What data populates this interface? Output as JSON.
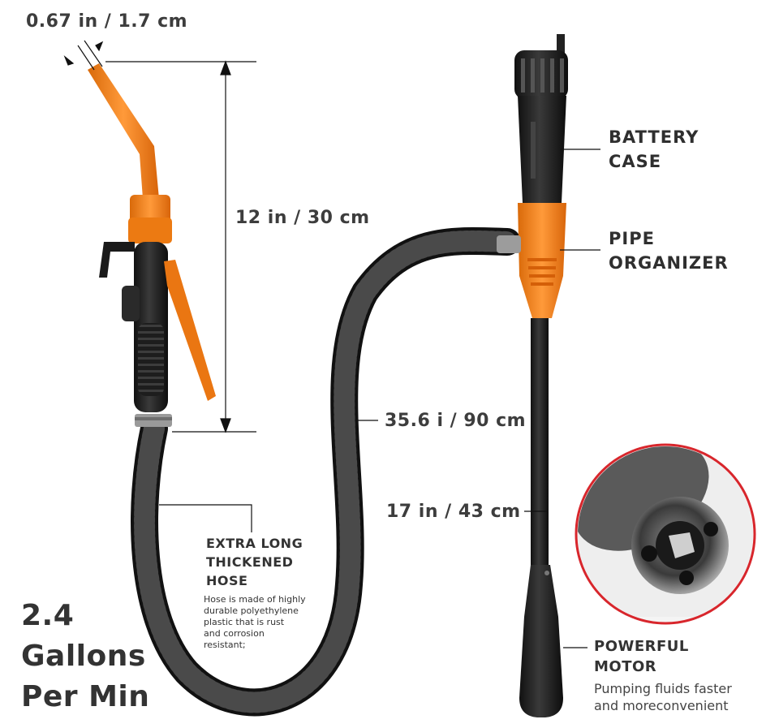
{
  "dimensions": {
    "nozzle_diameter": "0.67 in / 1.7 cm",
    "nozzle_length": "12 in / 30 cm",
    "hose_length": "35.6 i / 90 cm",
    "tube_length": "17 in / 43 cm"
  },
  "callouts": {
    "battery_case": [
      "BATTERY",
      "CASE"
    ],
    "pipe_organizer": [
      "PIPE",
      "ORGANIZER"
    ],
    "hose_title": [
      "EXTRA LONG",
      "THICKENED",
      "HOSE"
    ],
    "hose_desc": [
      "Hose is made of highly",
      "durable polyethylene",
      "plastic that is rust",
      "and corrosion",
      "resistant;"
    ],
    "motor_title": [
      "POWERFUL",
      "MOTOR"
    ],
    "motor_desc": [
      "Pumping fluids faster",
      "and moreconvenient"
    ]
  },
  "flow_rate": [
    "2.4",
    "Gallons",
    "Per Min"
  ],
  "colors": {
    "orange": "#f07f14",
    "black": "#1c1c1c",
    "ring": "#d8262c",
    "text": "#3c3c3c"
  }
}
